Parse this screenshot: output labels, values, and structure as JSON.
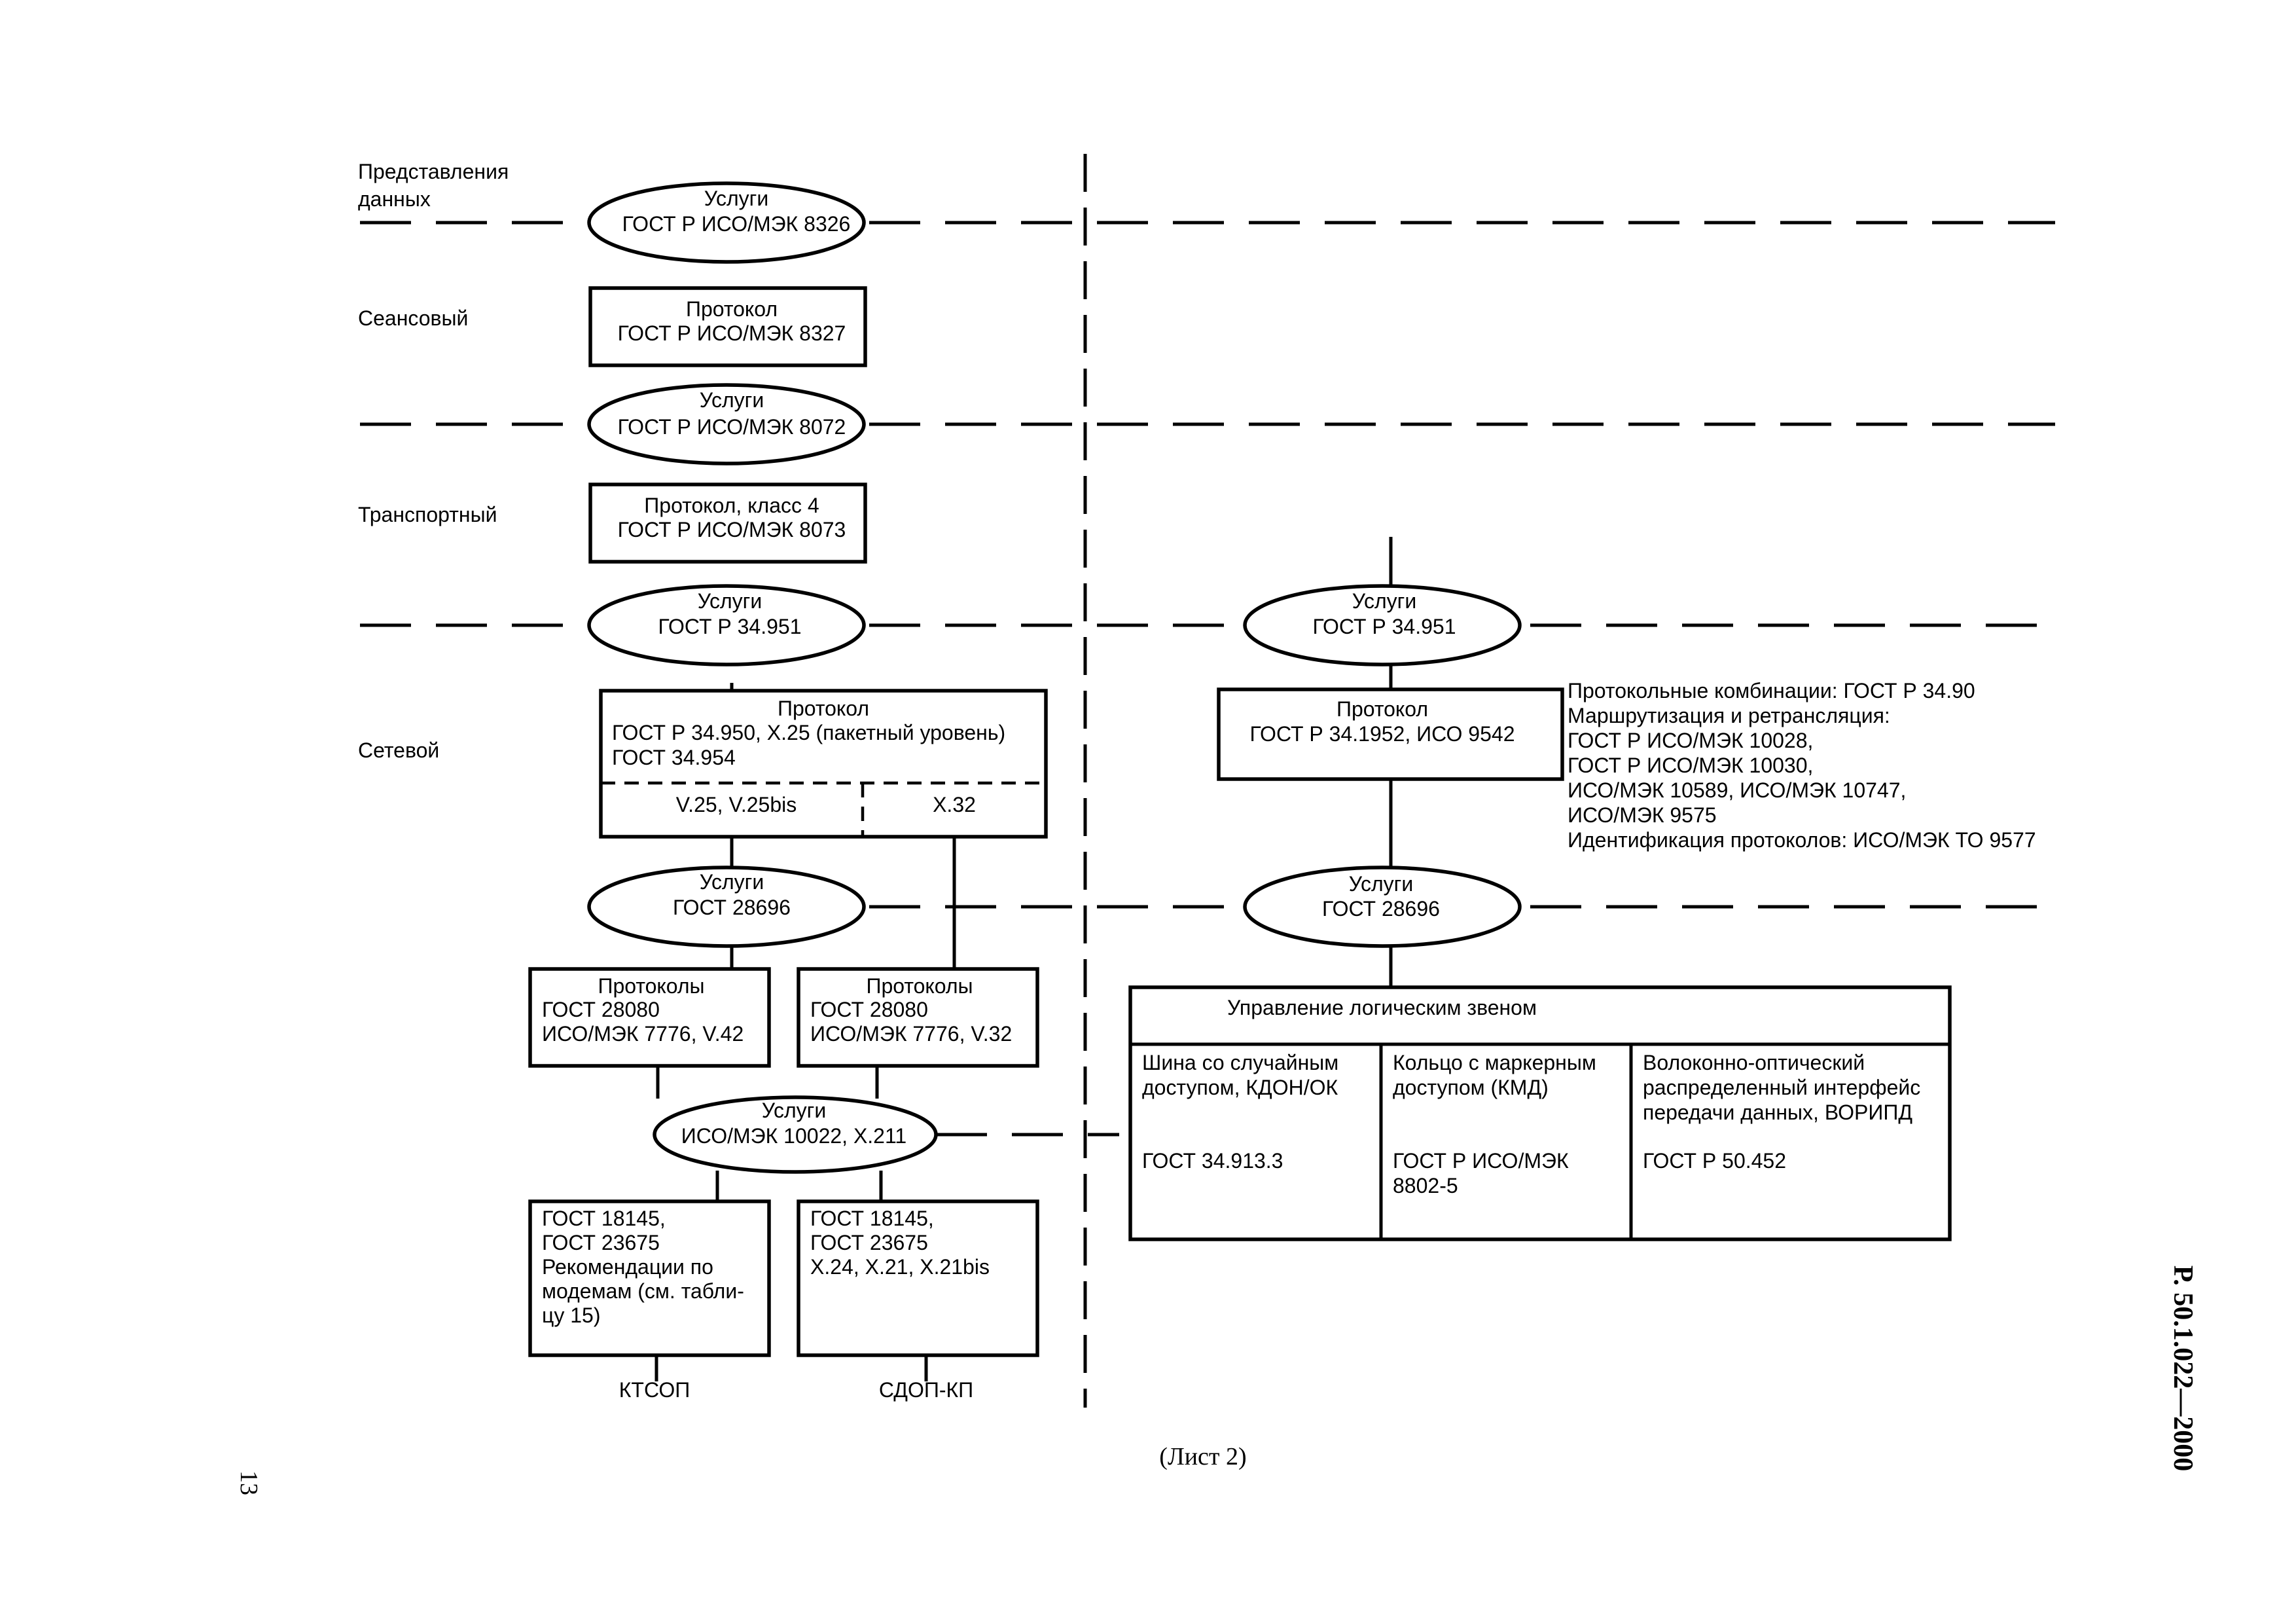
{
  "layers": {
    "presentation": [
      "Представления",
      "данных"
    ],
    "session": "Сеансовый",
    "transport": "Транспортный",
    "network": "Сетевой"
  },
  "left": {
    "svc_8326": [
      "Услуги",
      "ГОСТ Р ИСО/МЭК 8326"
    ],
    "proto_8327": [
      "Протокол",
      "ГОСТ Р ИСО/МЭК 8327"
    ],
    "svc_8072": [
      "Услуги",
      "ГОСТ Р ИСО/МЭК 8072"
    ],
    "proto_8073": [
      "Протокол, класс 4",
      "ГОСТ Р ИСО/МЭК 8073"
    ],
    "svc_34951": [
      "Услуги",
      "ГОСТ Р 34.951"
    ],
    "proto_net": [
      "Протокол",
      "ГОСТ Р 34.950, X.25 (пакетный уровень)",
      "ГОСТ 34.954"
    ],
    "v25": "V.25, V.25bis",
    "x32": "X.32",
    "svc_28696": [
      "Услуги",
      "ГОСТ 28696"
    ],
    "proto_a": [
      "Протоколы",
      "ГОСТ 28080",
      "ИСО/МЭК 7776, V.42"
    ],
    "proto_b": [
      "Протоколы",
      "ГОСТ 28080",
      "ИСО/МЭК 7776, V.32"
    ],
    "svc_10022": [
      "Услуги",
      "ИСО/МЭК 10022, X.211"
    ],
    "phys_a": [
      "ГОСТ 18145,",
      "ГОСТ 23675",
      "Рекомендации по",
      "модемам (см. табли-",
      "цу 15)"
    ],
    "phys_b": [
      "ГОСТ 18145,",
      "ГОСТ 23675",
      "X.24, X.21, X.21bis"
    ],
    "net_a": "КТСОП",
    "net_b": "СДОП-КП"
  },
  "right": {
    "svc_34951": [
      "Услуги",
      "ГОСТ Р 34.951"
    ],
    "proto": [
      "Протокол",
      "ГОСТ Р 34.1952, ИСО 9542"
    ],
    "notes": [
      "Протокольные комбинации: ГОСТ Р 34.90",
      "Маршрутизация и ретрансляция:",
      "ГОСТ Р ИСО/МЭК 10028,",
      "ГОСТ Р ИСО/МЭК 10030,",
      "ИСО/МЭК 10589, ИСО/МЭК 10747,",
      "ИСО/МЭК 9575",
      "Идентификация протоколов: ИСО/МЭК ТО 9577"
    ],
    "svc_28696": [
      "Услуги",
      "ГОСТ 28696"
    ],
    "llc": "Управление логическим звеном",
    "col1": [
      "Шина со случайным",
      "доступом, КДОН/ОК",
      "",
      "",
      "ГОСТ 34.913.3"
    ],
    "col2": [
      "Кольцо с маркерным",
      "доступом (КМД)",
      "",
      "",
      "ГОСТ Р ИСО/МЭК",
      "8802-5"
    ],
    "col3": [
      "Волоконно-оптический",
      "распределенный интерфейс",
      "передачи данных, ВОРИПД",
      "",
      "ГОСТ Р 50.452"
    ]
  },
  "footer": {
    "sheet": "(Лист 2)",
    "page_number": "13",
    "doc_code": "Р. 50.1.022—2000"
  }
}
